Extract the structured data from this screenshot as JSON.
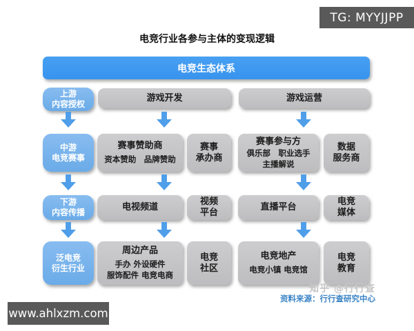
{
  "overlay": {
    "tg_label": "TG: MYYJJPP",
    "site_url": "www.ahlxzm.com"
  },
  "title": "电竞行业各参与主体的变现逻辑",
  "banner": "电竞生态体系",
  "stages": [
    {
      "lines": [
        "上游",
        "内容授权"
      ]
    },
    {
      "lines": [
        "中游",
        "电竞赛事"
      ]
    },
    {
      "lines": [
        "下游",
        "内容传播"
      ]
    },
    {
      "lines": [
        "泛电竞",
        "衍生行业"
      ]
    }
  ],
  "rows": [
    {
      "boxes": [
        {
          "main": [
            "游戏开发"
          ]
        },
        {
          "main": [
            "游戏运营"
          ]
        }
      ]
    },
    {
      "boxes": [
        {
          "main": [
            "赛事赞助商"
          ],
          "sub": [
            "资本赞助　品牌赞助"
          ]
        },
        {
          "main": [
            "赛事",
            "承办商"
          ]
        },
        {
          "main": [
            "赛事参与方"
          ],
          "sub": [
            "俱乐部　职业选手",
            "主播解说"
          ]
        },
        {
          "main": [
            "数据",
            "服务商"
          ]
        }
      ]
    },
    {
      "boxes": [
        {
          "main": [
            "电视频道"
          ]
        },
        {
          "main": [
            "视频",
            "平台"
          ]
        },
        {
          "main": [
            "直播平台"
          ]
        },
        {
          "main": [
            "电竞",
            "媒体"
          ]
        }
      ]
    },
    {
      "boxes": [
        {
          "main": [
            "周边产品"
          ],
          "sub": [
            "手办 外设硬件",
            "服饰配件 电竞电商"
          ]
        },
        {
          "main": [
            "电竞",
            "社区"
          ]
        },
        {
          "main": [
            "电竞地产"
          ],
          "sub": [
            "电竞小镇 电竞馆"
          ]
        },
        {
          "main": [
            "电竞",
            "教育"
          ]
        }
      ]
    }
  ],
  "footer": {
    "watermark": "知乎 @行行查",
    "source": "资料来源：行行查研究中心"
  },
  "colors": {
    "banner_blue": "#3f9af0",
    "stage_blue": "#79b3eb",
    "arrow_blue": "#4f9ee9",
    "node_gray": "#c4c4c6",
    "badge_dark_gray": "#595959",
    "source_text_blue": "#3b84c6",
    "watermark_gray": "#c6c6c6"
  }
}
